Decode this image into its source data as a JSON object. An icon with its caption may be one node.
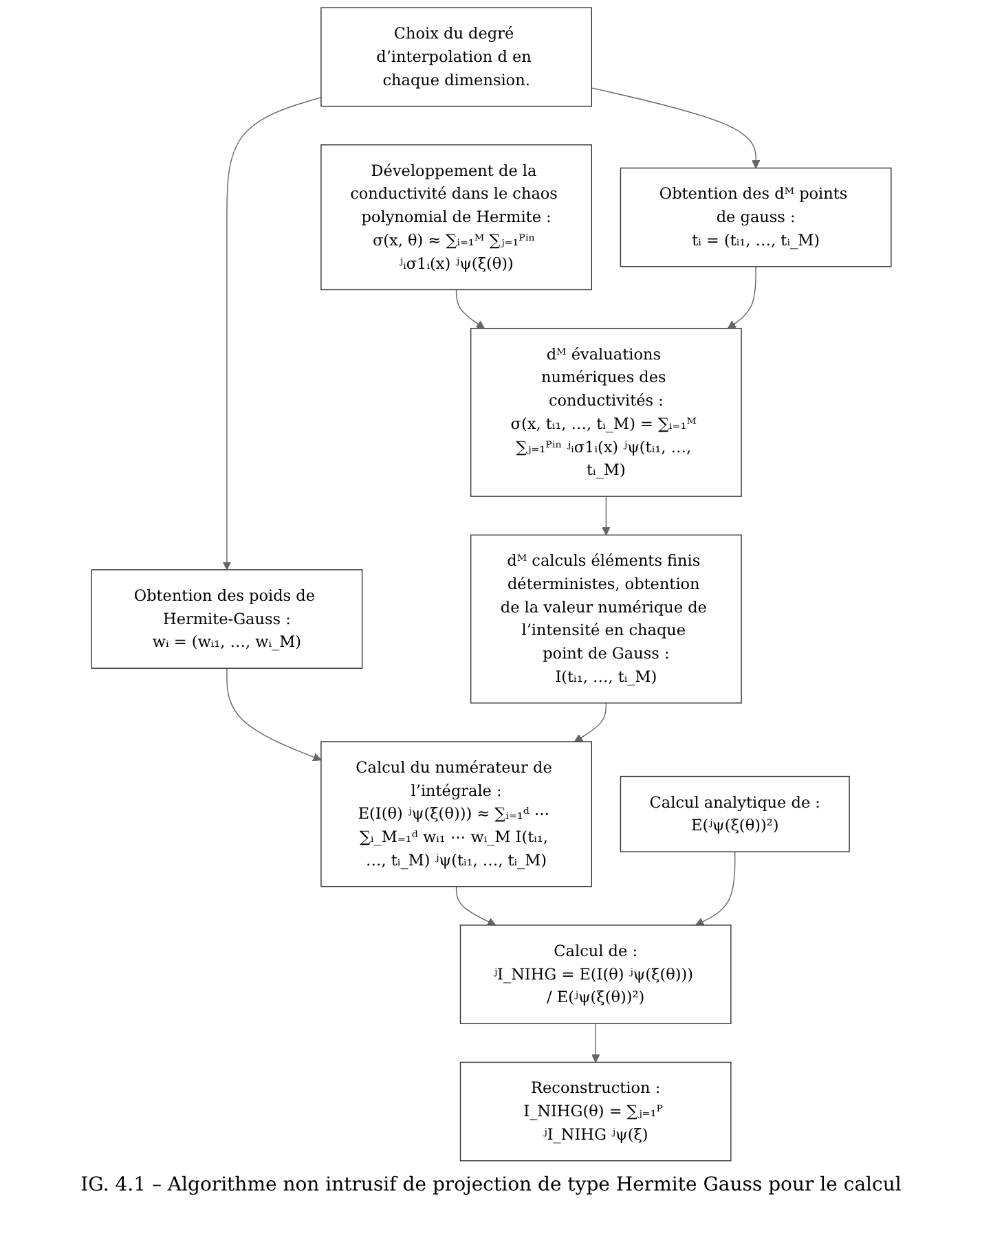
{
  "diagram": {
    "caption": "IG. 4.1 – Algorithme non intrusif de projection de type Hermite Gauss pour le calcul",
    "nodes": [
      {
        "text": [
          "Développement de la conductivité dans le chaos polynomial de Hermite :",
          "σ(x, θ) ≈ ∑ᵢ₌₁ᴹ ∑ⱼ₌₁ᴾⁱⁿ ʲᵢσ1ᵢ(x) ʲψ(ξ(θ))"
        ]
      },
      {
        "text": [
          "Obtention des dᴹ points de gauss :",
          "tᵢ = (tᵢ₁, …, tᵢ_M)"
        ]
      },
      {
        "text": [
          "Choix du degré d’interpolation d en chaque dimension."
        ]
      },
      {
        "text": [
          "dᴹ évaluations numériques des conductivités :",
          "σ(x, tᵢ₁, …, tᵢ_M) = ∑ᵢ₌₁ᴹ ∑ⱼ₌₁ᴾⁱⁿ ʲᵢσ1ᵢ(x) ʲψ(tᵢ₁, …, tᵢ_M)"
        ]
      },
      {
        "text": [
          "Obtention des poids de Hermite-Gauss :",
          "wᵢ = (wᵢ₁, …, wᵢ_M)"
        ]
      },
      {
        "text": [
          "dᴹ calculs éléments finis déterministes, obtention de la valeur numérique de l’intensité en chaque point de Gauss :",
          "I(tᵢ₁, …, tᵢ_M)"
        ]
      },
      {
        "text": [
          "Calcul du numérateur de l’intégrale :",
          "E(I(θ) ʲψ(ξ(θ))) ≈ ∑ᵢ₌₁ᵈ ⋯ ∑ᵢ_M₌₁ᵈ wᵢ₁ ⋯ wᵢ_M I(tᵢ₁, …, tᵢ_M) ʲψ(tᵢ₁, …, tᵢ_M)"
        ]
      },
      {
        "text": [
          "Calcul analytique de :",
          "E(ʲψ(ξ(θ))²)"
        ]
      },
      {
        "text": [
          "Calcul de :",
          "ʲI_NIHG = E(I(θ) ʲψ(ξ(θ))) / E(ʲψ(ξ(θ))²)"
        ]
      },
      {
        "text": [
          "Reconstruction :",
          "I_NIHG(θ) = ∑ⱼ₌₁ᴾ ʲI_NIHG ʲψ(ξ)"
        ]
      }
    ],
    "edges": [
      {
        "from": 2,
        "to": 1,
        "arrow": "to"
      },
      {
        "from": 0,
        "to": 3,
        "arrow": "to"
      },
      {
        "from": 1,
        "to": 3,
        "arrow": "to"
      },
      {
        "from": 2,
        "to": 4,
        "arrow": "to"
      },
      {
        "from": 3,
        "to": 5,
        "arrow": "to"
      },
      {
        "from": 4,
        "to": 6,
        "arrow": "to"
      },
      {
        "from": 5,
        "to": 6,
        "arrow": "to"
      },
      {
        "from": 6,
        "to": 8,
        "arrow": "to"
      },
      {
        "from": 7,
        "to": 8,
        "arrow": "to"
      },
      {
        "from": 8,
        "to": 9,
        "arrow": "to"
      }
    ]
  }
}
